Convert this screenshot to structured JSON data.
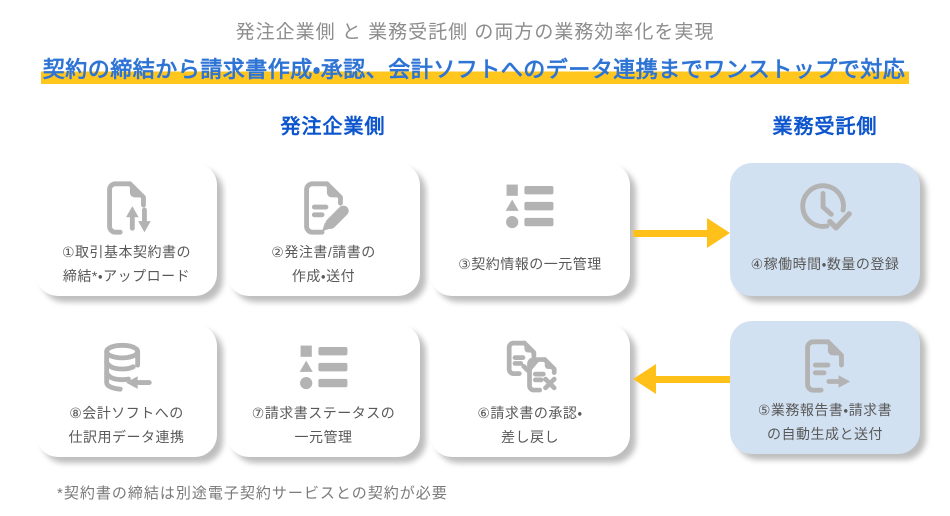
{
  "title": "発注企業側 と 業務受託側 の両方の業務効率化を実現",
  "subtitle": "契約の締結から請求書作成・承認、会計ソフトへのデータ連携までワンストップで対応",
  "column_headers": {
    "left": "発注企業側",
    "right": "業務受託側"
  },
  "cards": [
    {
      "icon": "document-upload-download-icon",
      "variant": "white",
      "lines": [
        "①取引基本契約書の",
        "締結*・アップロード"
      ]
    },
    {
      "icon": "document-edit-icon",
      "variant": "white",
      "lines": [
        "②発注書/請書の",
        "作成・送付"
      ]
    },
    {
      "icon": "list-icon",
      "variant": "white",
      "lines": [
        "③契約情報の一元管理",
        ""
      ]
    },
    {
      "icon": "clock-check-icon",
      "variant": "blue",
      "lines": [
        "④稼働時間・数量の登録",
        ""
      ]
    },
    {
      "icon": "database-import-icon",
      "variant": "white",
      "lines": [
        "⑧会計ソフトへの",
        "仕訳用データ連携"
      ]
    },
    {
      "icon": "list-icon",
      "variant": "white",
      "lines": [
        "⑦請求書ステータスの",
        "一元管理"
      ]
    },
    {
      "icon": "documents-approve-reject-icon",
      "variant": "white",
      "lines": [
        "⑥請求書の承認・",
        "差し戻し"
      ]
    },
    {
      "icon": "document-send-icon",
      "variant": "blue",
      "lines": [
        "⑤業務報告書・請求書",
        "の自動生成と送付"
      ]
    }
  ],
  "footnote": "*契約書の締結は別途電子契約サービスとの契約が必要",
  "colors": {
    "title_gray": "#8d8d8d",
    "subtitle_blue": "#2e74d4",
    "header_blue": "#0c55cd",
    "highlight_yellow": "#ffc61e",
    "arrow_yellow": "#ffc119",
    "card_blue": "#d2e1f1",
    "icon_gray": "#b3b3b3",
    "label_gray": "#595959",
    "footnote_gray": "#7a7a7a"
  }
}
